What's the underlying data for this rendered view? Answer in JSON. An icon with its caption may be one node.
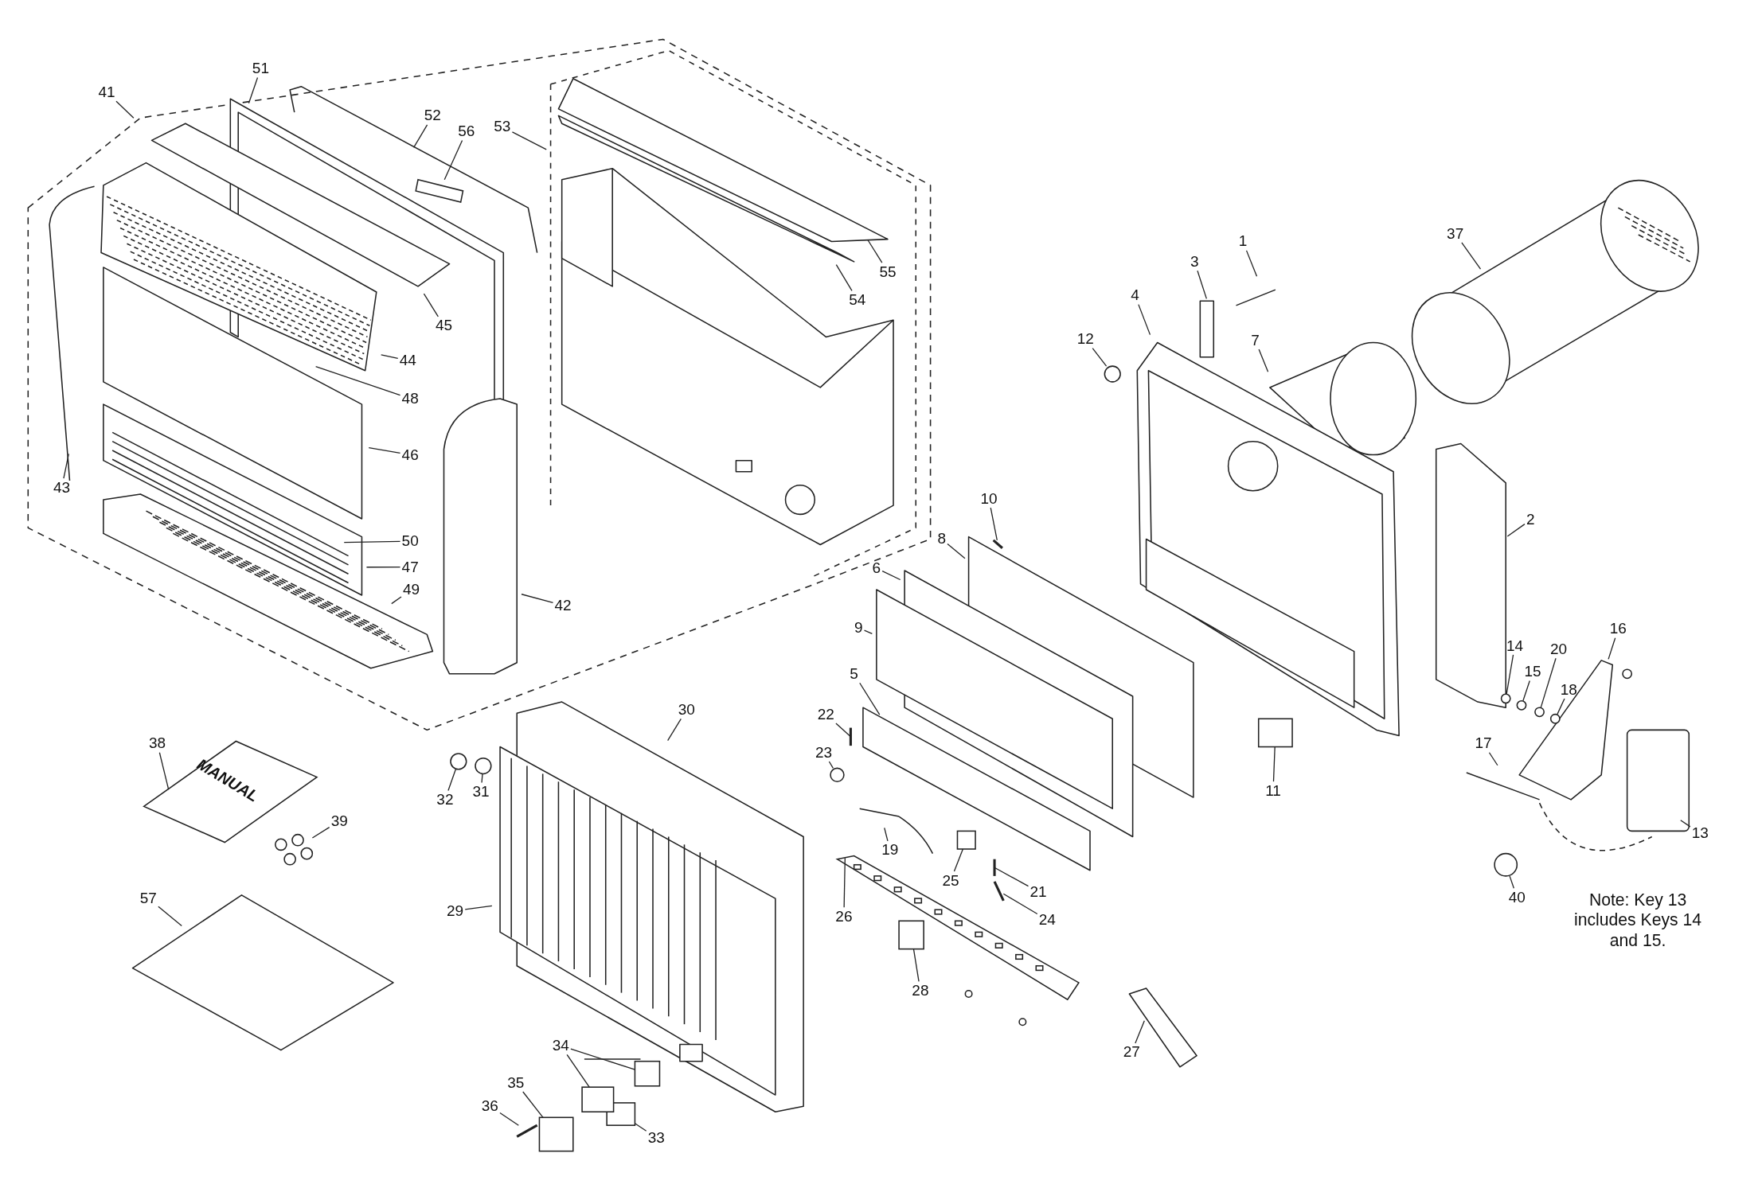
{
  "diagram": {
    "nodes": [
      {
        "text": [
          "1"
        ]
      },
      {
        "text": [
          "2"
        ]
      },
      {
        "text": [
          "3"
        ]
      },
      {
        "text": [
          "4"
        ]
      },
      {
        "text": [
          "5"
        ]
      },
      {
        "text": [
          "6"
        ]
      },
      {
        "text": [
          "7"
        ]
      },
      {
        "text": [
          "8"
        ]
      },
      {
        "text": [
          "9"
        ]
      },
      {
        "text": [
          "10"
        ]
      },
      {
        "text": [
          "11"
        ]
      },
      {
        "text": [
          "12"
        ]
      },
      {
        "text": [
          "13"
        ]
      },
      {
        "text": [
          "14"
        ]
      },
      {
        "text": [
          "15"
        ]
      },
      {
        "text": [
          "16"
        ]
      },
      {
        "text": [
          "17"
        ]
      },
      {
        "text": [
          "18"
        ]
      },
      {
        "text": [
          "19"
        ]
      },
      {
        "text": [
          "20"
        ]
      },
      {
        "text": [
          "21"
        ]
      },
      {
        "text": [
          "22"
        ]
      },
      {
        "text": [
          "23"
        ]
      },
      {
        "text": [
          "24"
        ]
      },
      {
        "text": [
          "25"
        ]
      },
      {
        "text": [
          "26"
        ]
      },
      {
        "text": [
          "27"
        ]
      },
      {
        "text": [
          "28"
        ]
      },
      {
        "text": [
          "29"
        ]
      },
      {
        "text": [
          "30"
        ]
      },
      {
        "text": [
          "31"
        ]
      },
      {
        "text": [
          "32"
        ]
      },
      {
        "text": [
          "33"
        ]
      },
      {
        "text": [
          "34"
        ]
      },
      {
        "text": [
          "35"
        ]
      },
      {
        "text": [
          "36"
        ]
      },
      {
        "text": [
          "37"
        ]
      },
      {
        "text": [
          "38"
        ]
      },
      {
        "text": [
          "39"
        ]
      },
      {
        "text": [
          "40"
        ]
      },
      {
        "text": [
          "41"
        ]
      },
      {
        "text": [
          "42"
        ]
      },
      {
        "text": [
          "43"
        ]
      },
      {
        "text": [
          "44"
        ]
      },
      {
        "text": [
          "45"
        ]
      },
      {
        "text": [
          "46"
        ]
      },
      {
        "text": [
          "47"
        ]
      },
      {
        "text": [
          "48"
        ]
      },
      {
        "text": [
          "49"
        ]
      },
      {
        "text": [
          "50"
        ]
      },
      {
        "text": [
          "51"
        ]
      },
      {
        "text": [
          "52"
        ]
      },
      {
        "text": [
          "53"
        ]
      },
      {
        "text": [
          "54"
        ]
      },
      {
        "text": [
          "55"
        ]
      },
      {
        "text": [
          "56"
        ]
      },
      {
        "text": [
          "57"
        ]
      },
      {
        "text": [],
        "shape": "bar"
      },
      {
        "text": [],
        "shape": "box"
      },
      {
        "text": [],
        "shape": "circle"
      },
      {
        "text": [],
        "shape": "circle"
      },
      {
        "text": [],
        "shape": "circle"
      },
      {
        "text": [],
        "shape": "bar"
      },
      {
        "text": [],
        "shape": "circle"
      },
      {
        "text": [],
        "shape": "circle"
      },
      {
        "text": [],
        "shape": "circle"
      },
      {
        "text": [],
        "shape": "bar"
      },
      {
        "text": [],
        "shape": "box"
      },
      {
        "text": [],
        "shape": "bar"
      },
      {
        "text": [],
        "shape": "box"
      },
      {
        "text": [],
        "shape": "circle"
      },
      {
        "text": [],
        "shape": "circle"
      },
      {
        "text": [],
        "shape": "box"
      },
      {
        "text": [],
        "shape": "box"
      },
      {
        "text": [],
        "shape": "box"
      },
      {
        "text": [],
        "shape": "box"
      },
      {
        "text": [],
        "shape": "bar"
      },
      {
        "text": [],
        "shape": "circle"
      },
      {
        "text": [],
        "shape": "circle"
      },
      {
        "text": [
          "MANUAL"
        ]
      },
      {
        "text": [],
        "shape": "bar"
      },
      {
        "text": [],
        "shape": "bar"
      }
    ],
    "edges": [
      {
        "from": 0,
        "to": null,
        "arrow": "none"
      },
      {
        "from": 1,
        "to": null,
        "arrow": "none"
      },
      {
        "from": 2,
        "to": null,
        "arrow": "none"
      },
      {
        "from": 3,
        "to": null,
        "arrow": "none"
      },
      {
        "from": 4,
        "to": null,
        "arrow": "none"
      },
      {
        "from": 5,
        "to": null,
        "arrow": "none"
      },
      {
        "from": 6,
        "to": null,
        "arrow": "none"
      },
      {
        "from": 7,
        "to": null,
        "arrow": "none"
      },
      {
        "from": 8,
        "to": null,
        "arrow": "none"
      },
      {
        "from": 9,
        "to": 57,
        "arrow": "none"
      },
      {
        "from": 10,
        "to": 58,
        "arrow": "none"
      },
      {
        "from": 11,
        "to": 59,
        "arrow": "none"
      },
      {
        "from": 12,
        "to": null,
        "arrow": "none"
      },
      {
        "from": 13,
        "to": 60,
        "arrow": "none"
      },
      {
        "from": 14,
        "to": 61,
        "arrow": "none"
      },
      {
        "from": 15,
        "to": null,
        "arrow": "none"
      },
      {
        "from": 16,
        "to": null,
        "arrow": "none"
      },
      {
        "from": 17,
        "to": 63,
        "arrow": "none"
      },
      {
        "from": 18,
        "to": null,
        "arrow": "none"
      },
      {
        "from": 19,
        "to": 64,
        "arrow": "none"
      },
      {
        "from": 20,
        "to": 80,
        "arrow": "none"
      },
      {
        "from": 21,
        "to": 62,
        "arrow": "none"
      },
      {
        "from": 22,
        "to": 65,
        "arrow": "none"
      },
      {
        "from": 23,
        "to": 66,
        "arrow": "none"
      },
      {
        "from": 24,
        "to": 67,
        "arrow": "none"
      },
      {
        "from": 25,
        "to": 68,
        "arrow": "none"
      },
      {
        "from": 26,
        "to": null,
        "arrow": "none"
      },
      {
        "from": 27,
        "to": 69,
        "arrow": "none"
      },
      {
        "from": 28,
        "to": null,
        "arrow": "none"
      },
      {
        "from": 29,
        "to": null,
        "arrow": "none"
      },
      {
        "from": 30,
        "to": 70,
        "arrow": "none"
      },
      {
        "from": 31,
        "to": 71,
        "arrow": "none"
      },
      {
        "from": 32,
        "to": 72,
        "arrow": "none"
      },
      {
        "from": 33,
        "to": 73,
        "arrow": "none"
      },
      {
        "from": 33,
        "to": 74,
        "arrow": "none"
      },
      {
        "from": 34,
        "to": 75,
        "arrow": "none"
      },
      {
        "from": 35,
        "to": 76,
        "arrow": "none"
      },
      {
        "from": 36,
        "to": null,
        "arrow": "none"
      },
      {
        "from": 37,
        "to": 79,
        "arrow": "none"
      },
      {
        "from": 38,
        "to": 77,
        "arrow": "none"
      },
      {
        "from": 39,
        "to": 78,
        "arrow": "none"
      },
      {
        "from": 40,
        "to": null,
        "arrow": "none"
      },
      {
        "from": 41,
        "to": null,
        "arrow": "none"
      },
      {
        "from": 42,
        "to": null,
        "arrow": "none"
      },
      {
        "from": 43,
        "to": null,
        "arrow": "none"
      },
      {
        "from": 44,
        "to": null,
        "arrow": "none"
      },
      {
        "from": 45,
        "to": null,
        "arrow": "none"
      },
      {
        "from": 46,
        "to": null,
        "arrow": "none"
      },
      {
        "from": 47,
        "to": null,
        "arrow": "none"
      },
      {
        "from": 48,
        "to": null,
        "arrow": "none"
      },
      {
        "from": 49,
        "to": null,
        "arrow": "none"
      },
      {
        "from": 50,
        "to": null,
        "arrow": "none"
      },
      {
        "from": 51,
        "to": null,
        "arrow": "none"
      },
      {
        "from": 52,
        "to": null,
        "arrow": "none"
      },
      {
        "from": 53,
        "to": null,
        "arrow": "none"
      },
      {
        "from": 54,
        "to": null,
        "arrow": "none"
      },
      {
        "from": 55,
        "to": 81,
        "arrow": "none"
      },
      {
        "from": 56,
        "to": null,
        "arrow": "none"
      }
    ],
    "labels": [
      "Note: Key 13 includes Keys 14 and 15."
    ]
  }
}
